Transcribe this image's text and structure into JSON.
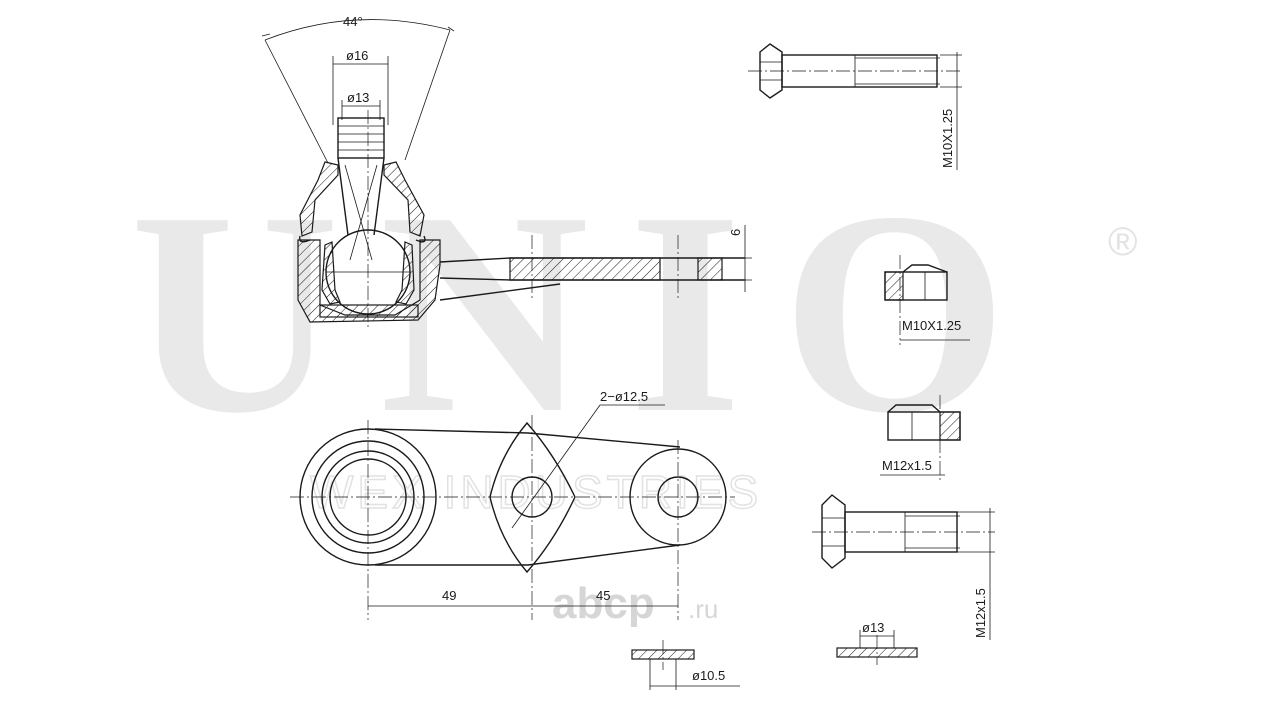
{
  "watermark": {
    "brand": "UNIO",
    "registered": "®",
    "subtitle": "WEX INDUSTRIES",
    "site": "abcp",
    "site_tld": ".ru"
  },
  "dimensions": {
    "angle": "44°",
    "stud_dia_outer": "ø16",
    "stud_dia_inner": "ø13",
    "plate_thickness": "6",
    "holes": "2−ø12.5",
    "dist_1": "49",
    "dist_2": "45",
    "bolt_small": "M10X1.25",
    "nut_small": "M10X1.25",
    "nut_large": "M12x1.5",
    "bolt_large": "M12x1.5",
    "washer_large": "ø13",
    "washer_small": "ø10.5"
  },
  "colors": {
    "line": "#1a1a1a",
    "watermark": "#e9e9e9"
  }
}
